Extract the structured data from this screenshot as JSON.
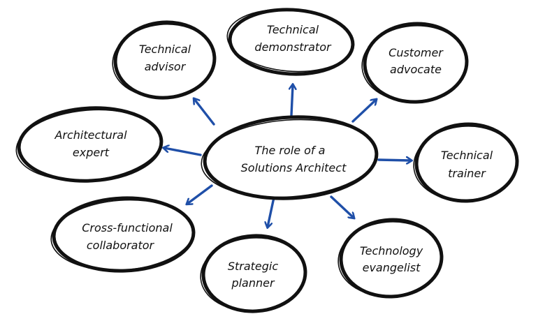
{
  "center": {
    "line1": "The role of a",
    "line2": "Solutions Architect"
  },
  "roles": [
    {
      "line1": "Technical",
      "line2": "advisor"
    },
    {
      "line1": "Technical",
      "line2": "demonstrator"
    },
    {
      "line1": "Customer",
      "line2": "advocate"
    },
    {
      "line1": "Architectural",
      "line2": "expert"
    },
    {
      "line1": "Technical",
      "line2": "trainer"
    },
    {
      "line1": "Cross-functional",
      "line2": "collaborator"
    },
    {
      "line1": "Strategic",
      "line2": "planner"
    },
    {
      "line1": "Technology",
      "line2": "evangelist"
    }
  ],
  "colors": {
    "arrow": "#1f4fa8",
    "outline": "#111111",
    "text": "#111111",
    "background": "#ffffff"
  }
}
